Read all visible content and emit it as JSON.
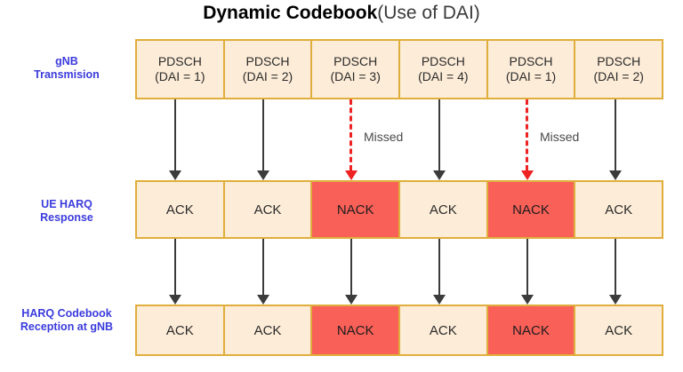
{
  "title": {
    "main": "Dynamic Codebook",
    "suffix": "(Use of DAI)"
  },
  "rows": [
    {
      "id": "gnb-transmission",
      "label_line1": "gNB",
      "label_line2": "Transmision",
      "cells": [
        {
          "line1": "PDSCH",
          "line2": "(DAI = 1)",
          "state": "ok"
        },
        {
          "line1": "PDSCH",
          "line2": "(DAI = 2)",
          "state": "ok"
        },
        {
          "line1": "PDSCH",
          "line2": "(DAI = 3)",
          "state": "ok"
        },
        {
          "line1": "PDSCH",
          "line2": "(DAI = 4)",
          "state": "ok"
        },
        {
          "line1": "PDSCH",
          "line2": "(DAI = 1)",
          "state": "ok"
        },
        {
          "line1": "PDSCH",
          "line2": "(DAI = 2)",
          "state": "ok"
        }
      ]
    },
    {
      "id": "ue-harq-response",
      "label_line1": "UE HARQ",
      "label_line2": "Response",
      "cells": [
        {
          "line1": "ACK",
          "state": "ack"
        },
        {
          "line1": "ACK",
          "state": "ack"
        },
        {
          "line1": "NACK",
          "state": "nack"
        },
        {
          "line1": "ACK",
          "state": "ack"
        },
        {
          "line1": "NACK",
          "state": "nack"
        },
        {
          "line1": "ACK",
          "state": "ack"
        }
      ]
    },
    {
      "id": "harq-codebook-reception",
      "label_line1": "HARQ Codebook",
      "label_line2": "Reception at gNB",
      "cells": [
        {
          "line1": "ACK",
          "state": "ack"
        },
        {
          "line1": "ACK",
          "state": "ack"
        },
        {
          "line1": "NACK",
          "state": "nack"
        },
        {
          "line1": "ACK",
          "state": "ack"
        },
        {
          "line1": "NACK",
          "state": "nack"
        },
        {
          "line1": "ACK",
          "state": "ack"
        }
      ]
    }
  ],
  "annotations": {
    "missed_1": "Missed",
    "missed_2": "Missed"
  },
  "arrows_top": [
    {
      "column": 1,
      "style": "solid"
    },
    {
      "column": 2,
      "style": "solid"
    },
    {
      "column": 3,
      "style": "dashed-red"
    },
    {
      "column": 4,
      "style": "solid"
    },
    {
      "column": 5,
      "style": "dashed-red"
    },
    {
      "column": 6,
      "style": "solid"
    }
  ],
  "arrows_bottom": [
    {
      "column": 1,
      "style": "solid"
    },
    {
      "column": 2,
      "style": "solid"
    },
    {
      "column": 3,
      "style": "solid"
    },
    {
      "column": 4,
      "style": "solid"
    },
    {
      "column": 5,
      "style": "solid"
    },
    {
      "column": 6,
      "style": "solid"
    }
  ],
  "colors": {
    "border": "#e0ae3c",
    "cell_ok": "#fdecd7",
    "cell_nack": "#f96058",
    "label_text": "#3b3bdd",
    "missed_arrow": "#ee2222",
    "arrow": "#3b3b3b"
  }
}
